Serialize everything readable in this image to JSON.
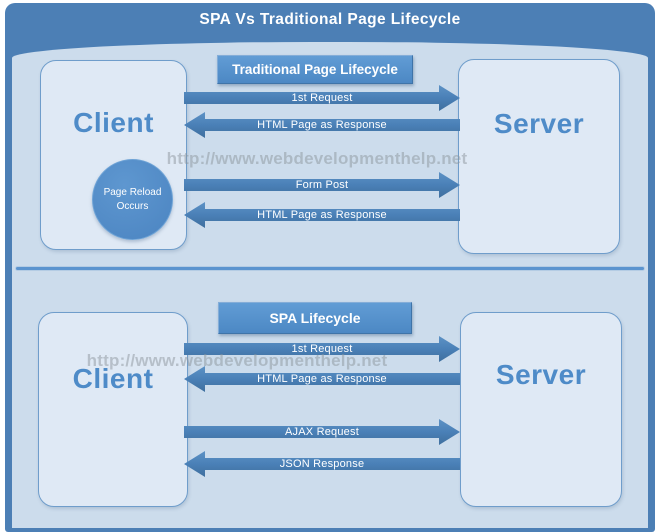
{
  "page_title": "SPA Vs Traditional Page Lifecycle",
  "watermark": "http://www.webdevelopmenthelp.net",
  "colors": {
    "header": "#4c7fb5",
    "canvas": "#ccdcec",
    "box_fill": "#dfe9f5",
    "box_border": "#6f9dcb",
    "arrow": "#4a80b7",
    "badge": "#5697d3",
    "accent_text": "#4e8bc8",
    "divider": "#5b94cf"
  },
  "sections": [
    {
      "badge": "Traditional Page Lifecycle",
      "client": "Client",
      "server": "Server",
      "note": "Page Reload Occurs",
      "arrows": [
        {
          "label": "1st Request",
          "direction": "right"
        },
        {
          "label": "HTML Page as Response",
          "direction": "left"
        },
        {
          "label": "Form Post",
          "direction": "right"
        },
        {
          "label": "HTML Page as Response",
          "direction": "left"
        }
      ]
    },
    {
      "badge": "SPA Lifecycle",
      "client": "Client",
      "server": "Server",
      "arrows": [
        {
          "label": "1st Request",
          "direction": "right"
        },
        {
          "label": "HTML Page as Response",
          "direction": "left"
        },
        {
          "label": "AJAX Request",
          "direction": "right"
        },
        {
          "label": "JSON Response",
          "direction": "left"
        }
      ]
    }
  ]
}
